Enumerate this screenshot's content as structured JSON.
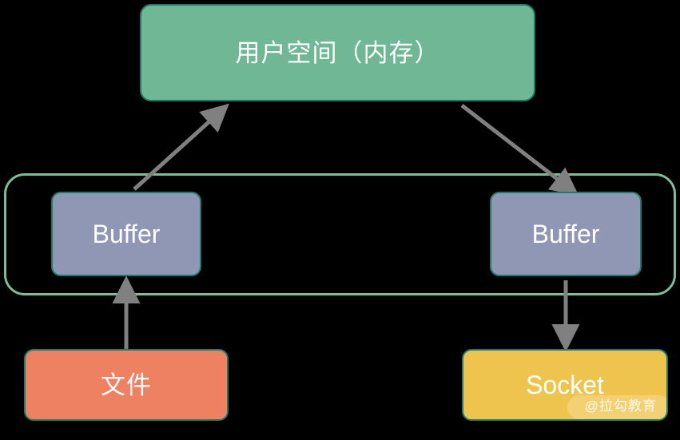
{
  "diagram": {
    "title": "zero-copy data flow diagram",
    "background_color": "#000000",
    "nodes": {
      "user_space": {
        "label": "用户空间（内存）",
        "fill": "#6fb795",
        "border": "#1f7a6b",
        "text_color": "#ffffff"
      },
      "kernel_container": {
        "label": "",
        "fill": "transparent",
        "border": "#7cbd9b"
      },
      "buffer_left": {
        "label": "Buffer",
        "fill": "#9097b5",
        "border": "#1f7a6b",
        "text_color": "#ffffff"
      },
      "buffer_right": {
        "label": "Buffer",
        "fill": "#9097b5",
        "border": "#1f7a6b",
        "text_color": "#ffffff"
      },
      "file": {
        "label": "文件",
        "fill": "#ef8163",
        "border": "#1f7a6b",
        "text_color": "#ffffff"
      },
      "socket": {
        "label": "Socket",
        "fill": "#efc44e",
        "border": "#1f7a6b",
        "text_color": "#ffffff"
      }
    },
    "arrows": [
      {
        "name": "file-to-buffer-left",
        "direction": "up",
        "color": "#808080"
      },
      {
        "name": "buffer-left-to-user-space",
        "direction": "up-right",
        "color": "#808080"
      },
      {
        "name": "user-space-to-buffer-right",
        "direction": "down-right",
        "color": "#808080"
      },
      {
        "name": "buffer-right-to-socket",
        "direction": "down",
        "color": "#808080"
      }
    ],
    "watermark": {
      "text": "@拉勾教育",
      "color": "#ffffff"
    }
  }
}
